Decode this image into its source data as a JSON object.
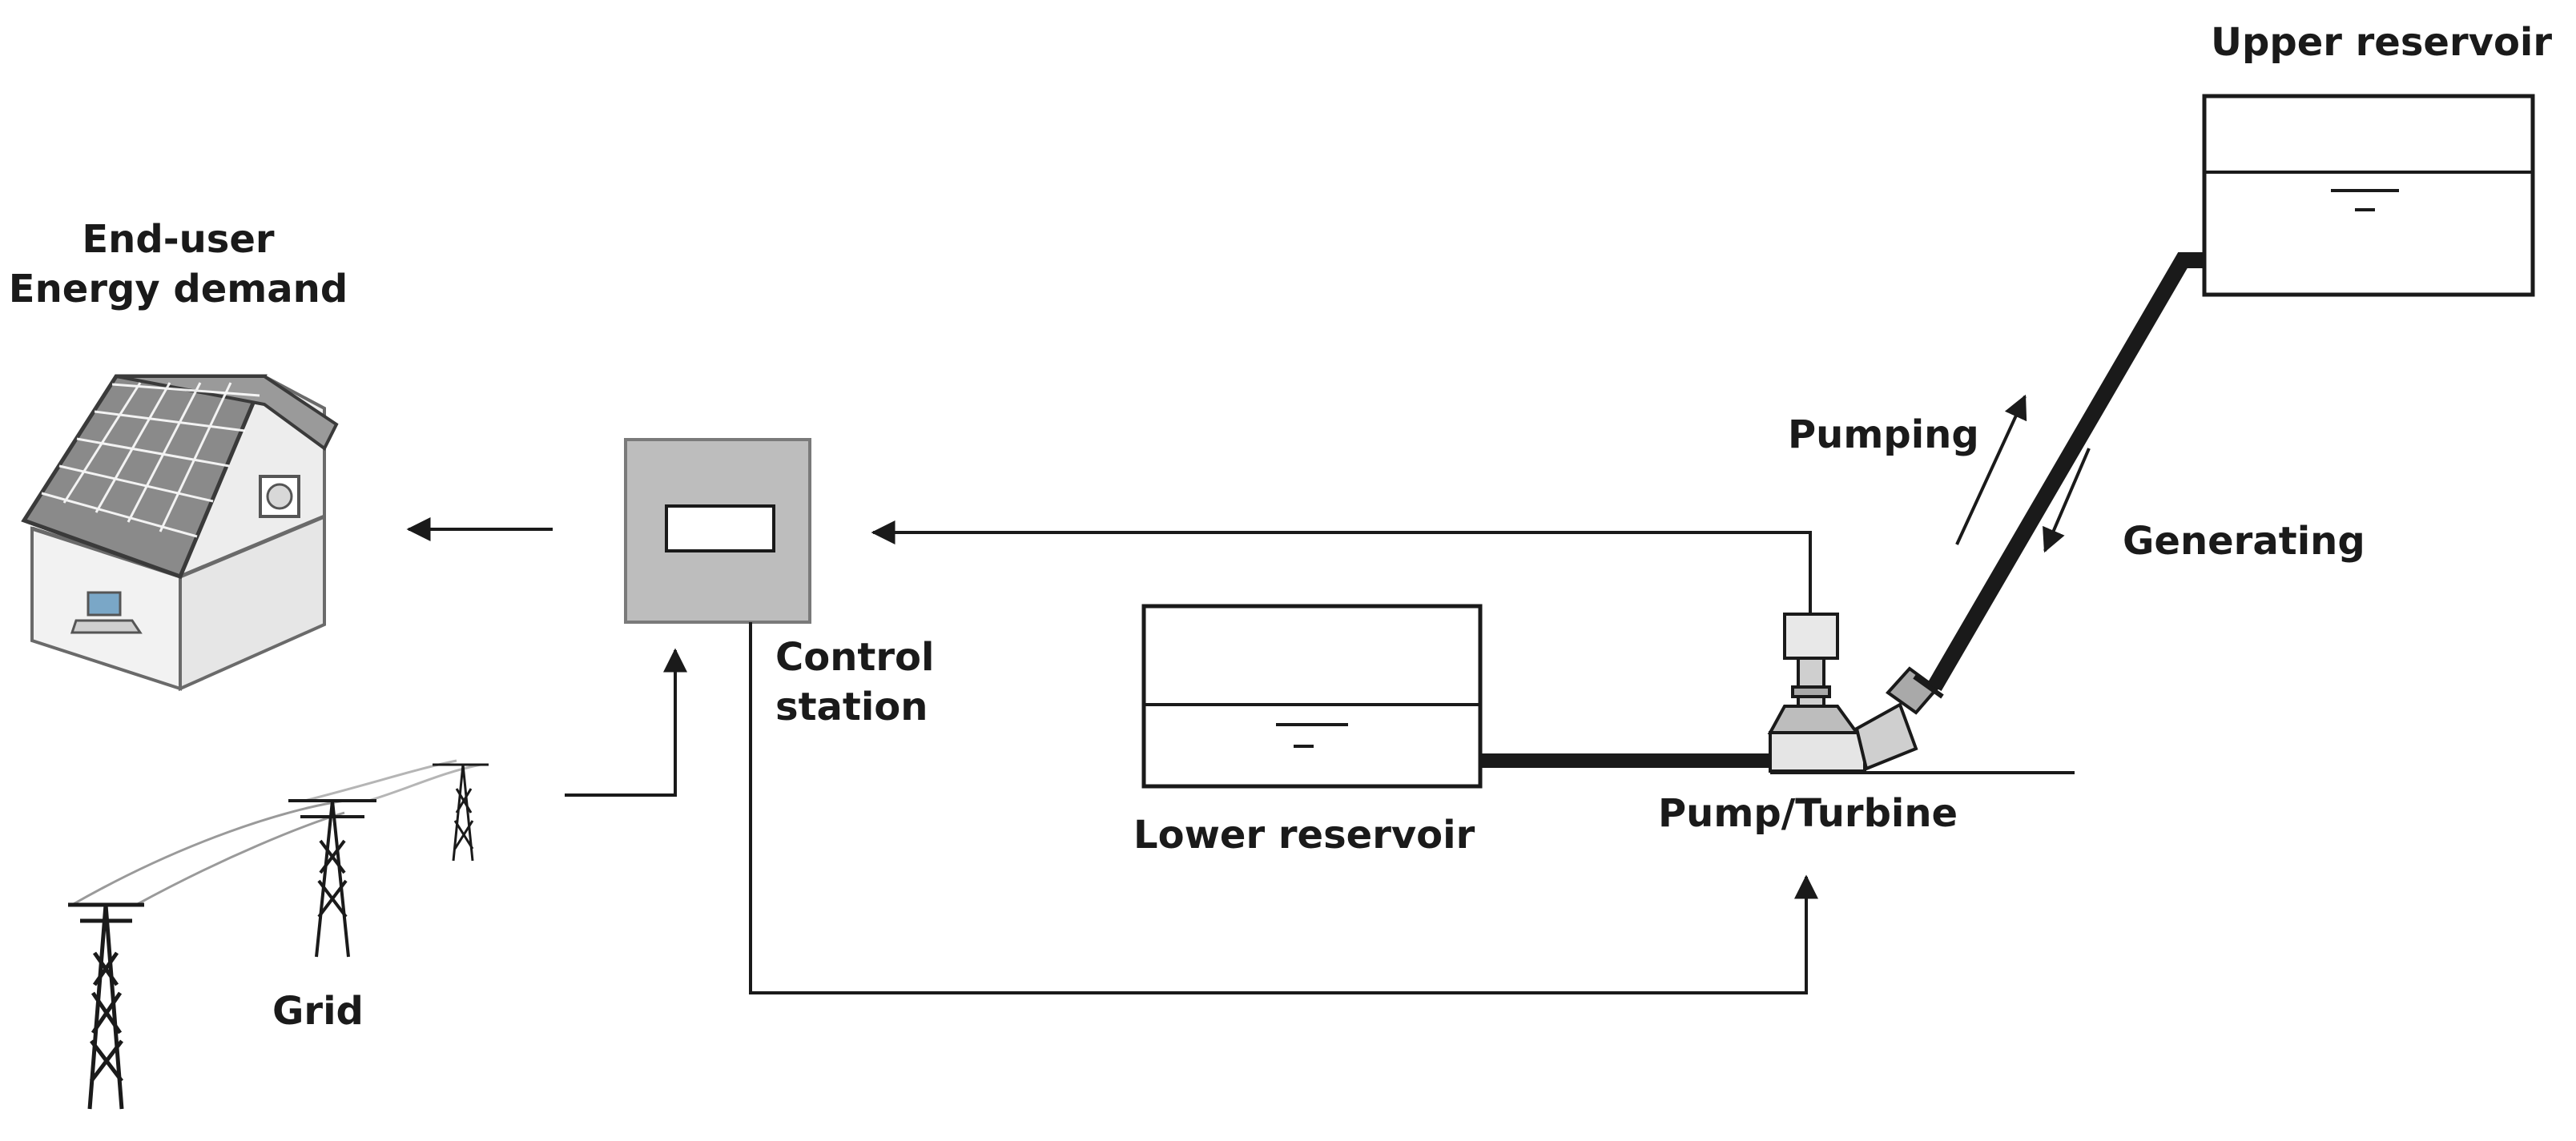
{
  "labels": {
    "end_user_line1": "End-user",
    "end_user_line2": "Energy demand",
    "control_station_line1": "Control",
    "control_station_line2": "station",
    "grid": "Grid",
    "lower_reservoir": "Lower reservoir",
    "pump_turbine": "Pump/Turbine",
    "upper_reservoir": "Upper reservoir",
    "pumping": "Pumping",
    "generating": "Generating"
  },
  "colors": {
    "line": "#1a1a1a",
    "control_station_fill": "#bdbdbd",
    "control_station_stroke": "#7a7a7a"
  }
}
